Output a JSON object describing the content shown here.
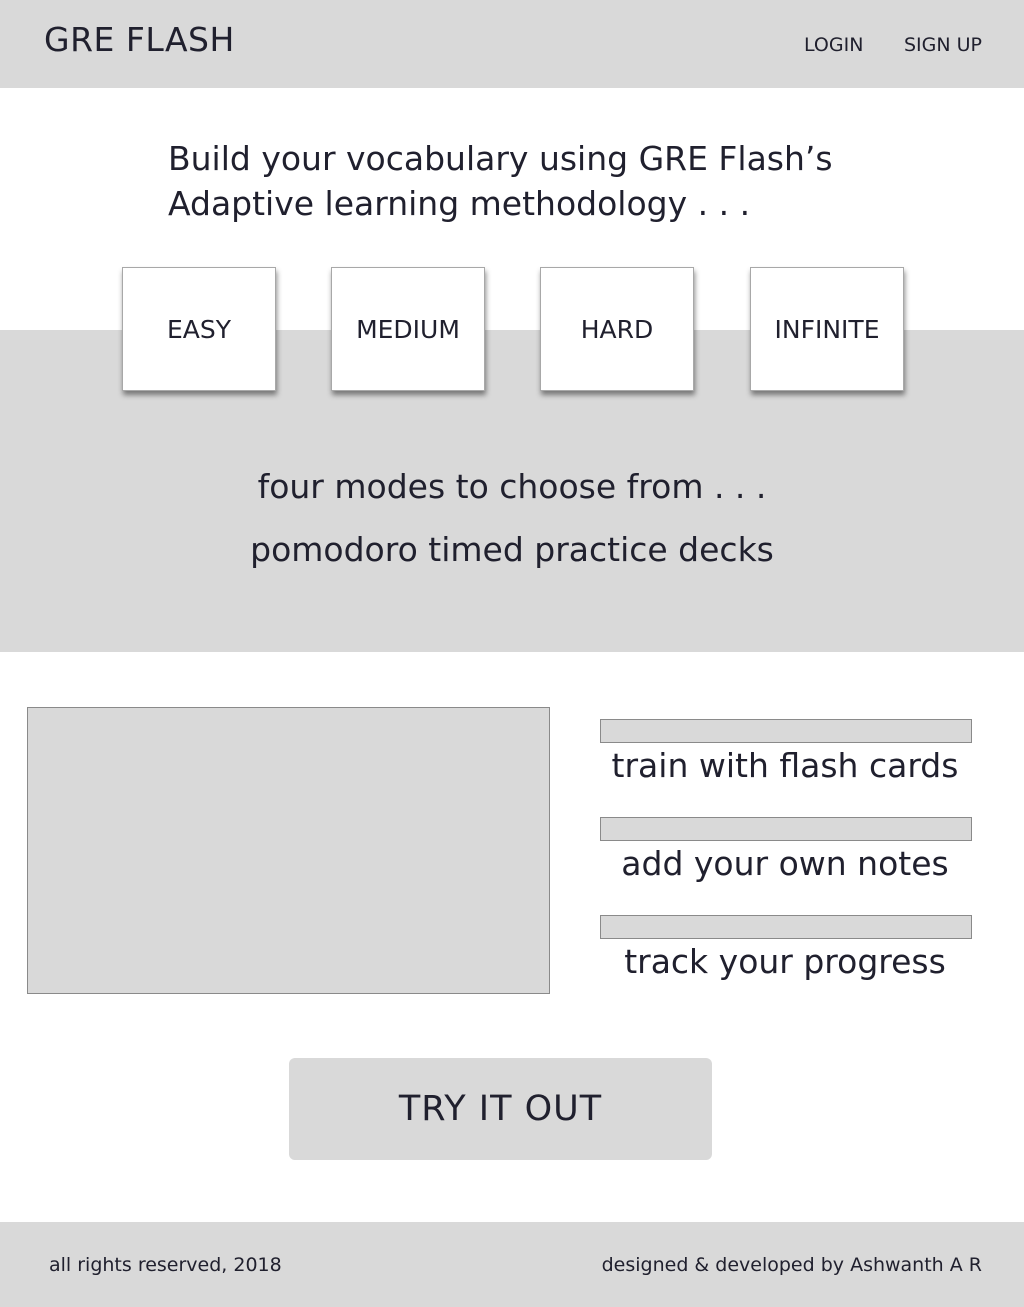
{
  "header": {
    "brand": "GRE FLASH",
    "login": "LOGIN",
    "signup": "SIGN UP"
  },
  "hero": {
    "line1": "Build your vocabulary using GRE Flash’s",
    "line2": "Adaptive learning methodology . . ."
  },
  "modes": [
    {
      "label": "EASY"
    },
    {
      "label": "MEDIUM"
    },
    {
      "label": "HARD"
    },
    {
      "label": "INFINITE"
    }
  ],
  "band": {
    "line1": "four modes to choose from . . .",
    "line2": "pomodoro timed practice decks"
  },
  "features": [
    {
      "label": "train with flash cards"
    },
    {
      "label": "add your own notes"
    },
    {
      "label": "track your progress"
    }
  ],
  "cta": {
    "label": "TRY IT OUT"
  },
  "footer": {
    "left": "all rights reserved, 2018",
    "right": "designed & developed by Ashwanth A R"
  },
  "colors": {
    "panel_gray": "#d9d9d9",
    "text": "#20202e",
    "background": "#ffffff"
  }
}
